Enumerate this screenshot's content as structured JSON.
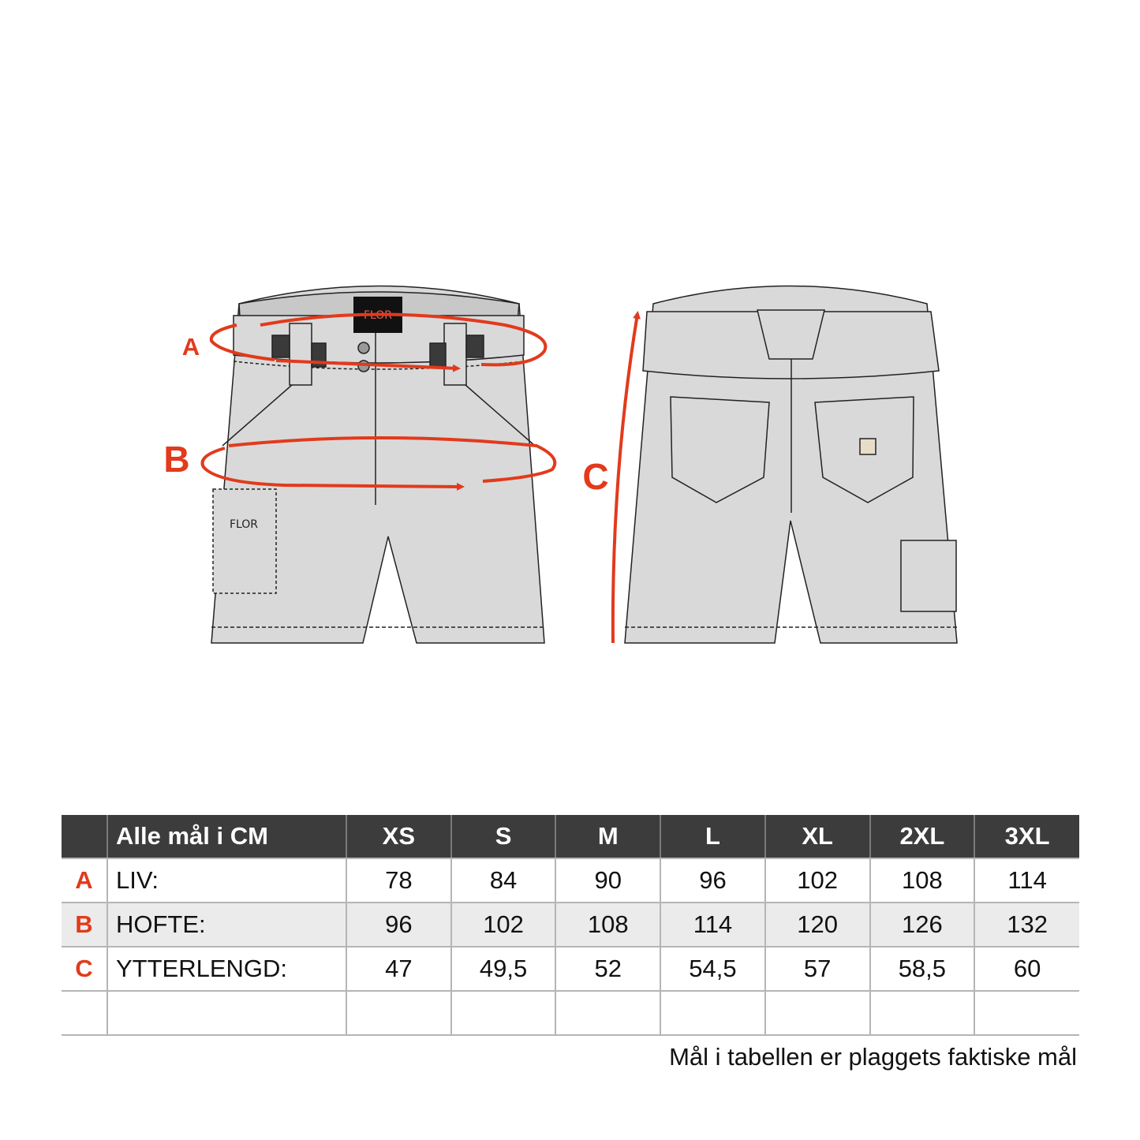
{
  "diagram": {
    "labels": [
      "A",
      "B",
      "C"
    ],
    "brand_label": "FLOR",
    "accent_color": "#e23a1c",
    "garment_color": "#d9d9d9"
  },
  "table": {
    "header": "Alle mål i CM",
    "sizes": [
      "XS",
      "S",
      "M",
      "L",
      "XL",
      "2XL",
      "3XL"
    ],
    "rows": [
      {
        "letter": "A",
        "label": "LIV:",
        "values": [
          "78",
          "84",
          "90",
          "96",
          "102",
          "108",
          "114"
        ]
      },
      {
        "letter": "B",
        "label": "HOFTE:",
        "values": [
          "96",
          "102",
          "108",
          "114",
          "120",
          "126",
          "132"
        ]
      },
      {
        "letter": "C",
        "label": "YTTERLENGD:",
        "values": [
          "47",
          "49,5",
          "52",
          "54,5",
          "57",
          "58,5",
          "60"
        ]
      },
      {
        "letter": "",
        "label": "",
        "values": [
          "",
          "",
          "",
          "",
          "",
          "",
          ""
        ]
      }
    ]
  },
  "footnote": "Mål i tabellen er plaggets faktiske mål"
}
